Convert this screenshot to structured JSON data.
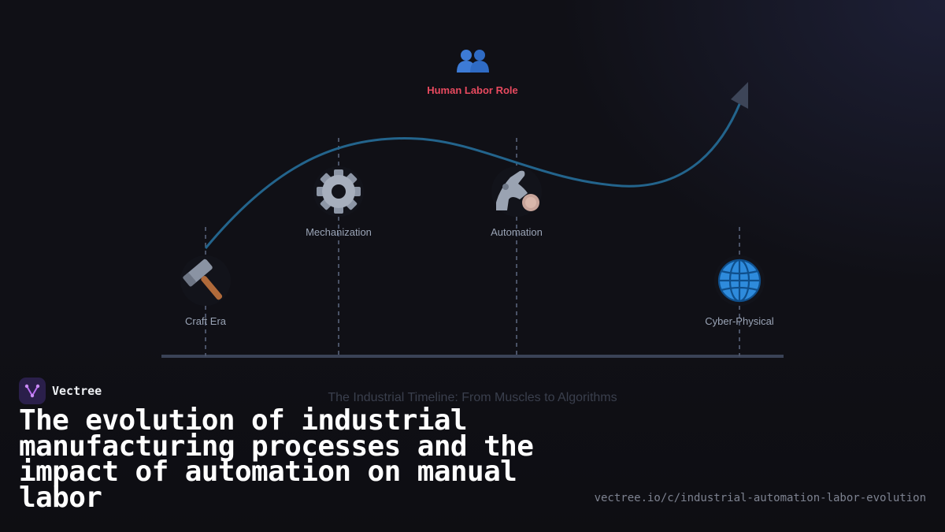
{
  "diagram": {
    "curve_label": "Human Labor Role",
    "curve_icon": "people-icon",
    "caption": "The Industrial Timeline: From Muscles to Algorithms",
    "stages": [
      {
        "label": "Craft Era",
        "icon": "hammer-icon"
      },
      {
        "label": "Mechanization",
        "icon": "gear-icon"
      },
      {
        "label": "Automation",
        "icon": "robotic-arm-icon"
      },
      {
        "label": "Cyber-Physical",
        "icon": "globe-icon"
      }
    ],
    "colors": {
      "curve": "#23648c",
      "label_red": "#e84a5f",
      "axis": "#3a4256",
      "arrow": "#3d4558"
    }
  },
  "brand": {
    "name": "Vectree"
  },
  "title": "The evolution of industrial manufacturing processes and the impact of automation on manual labor",
  "url": "vectree.io/c/industrial-automation-labor-evolution"
}
